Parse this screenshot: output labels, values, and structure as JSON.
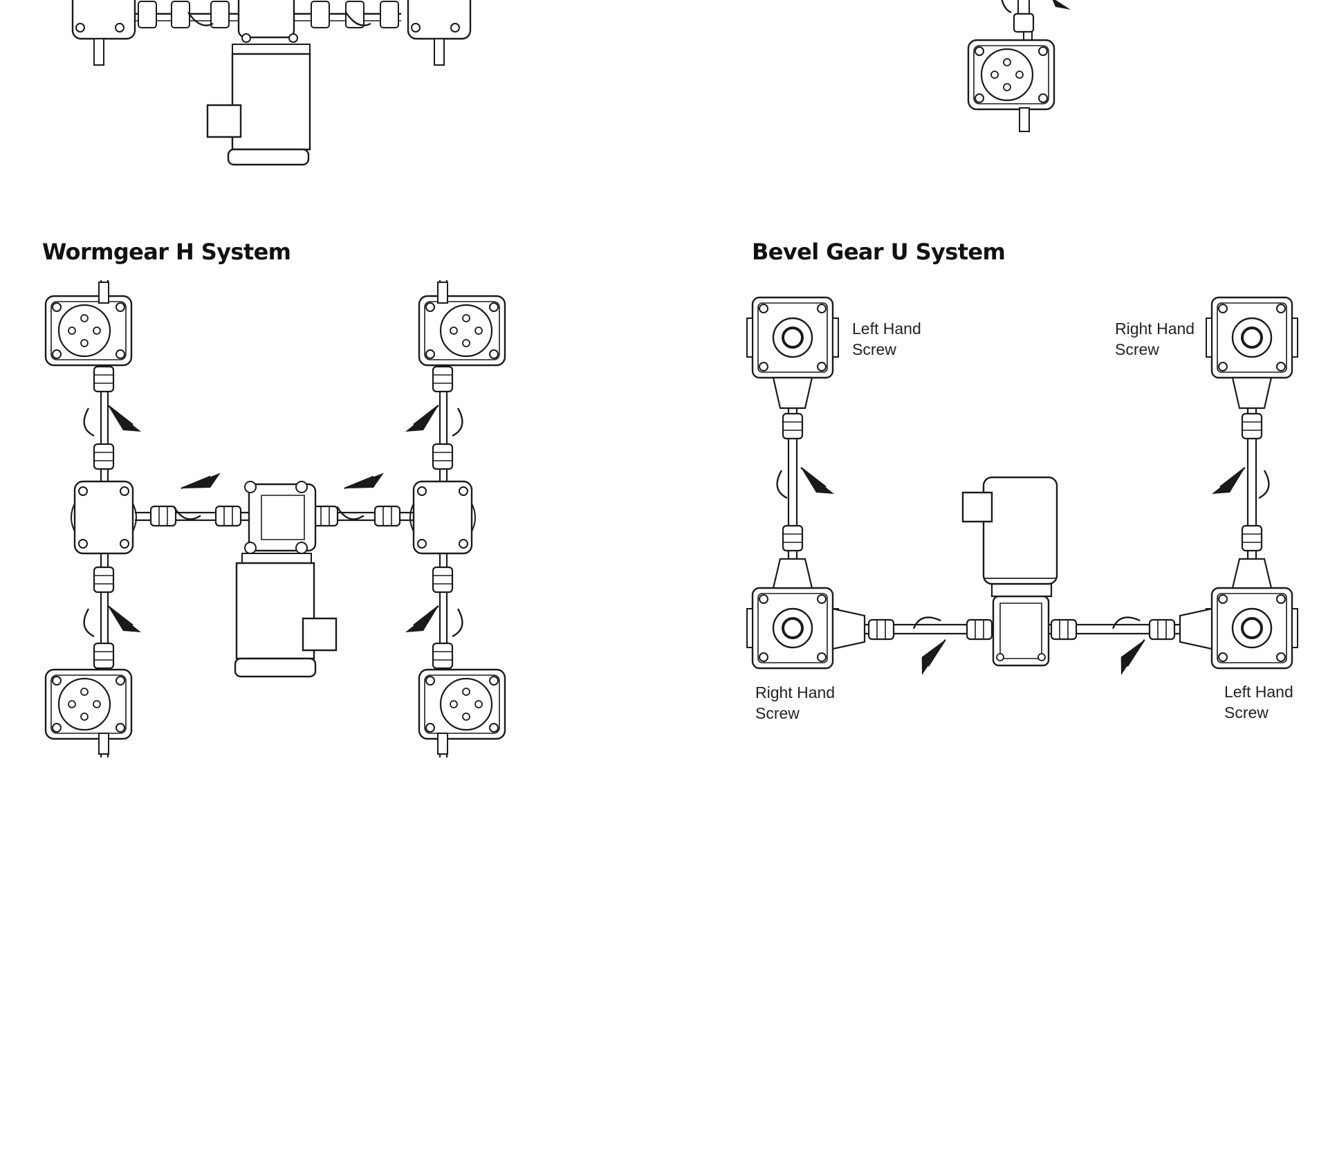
{
  "diagrams": {
    "h_system": {
      "title": "Wormgear H System"
    },
    "u_system": {
      "title": "Bevel Gear U System",
      "labels": {
        "top_left": [
          "Left Hand",
          "Screw"
        ],
        "top_right": [
          "Right Hand",
          "Screw"
        ],
        "bottom_left": [
          "Right Hand",
          "Screw"
        ],
        "bottom_right": [
          "Left Hand",
          "Screw"
        ]
      }
    }
  },
  "colors": {
    "line": "#1a1a1a",
    "background": "#ffffff"
  }
}
